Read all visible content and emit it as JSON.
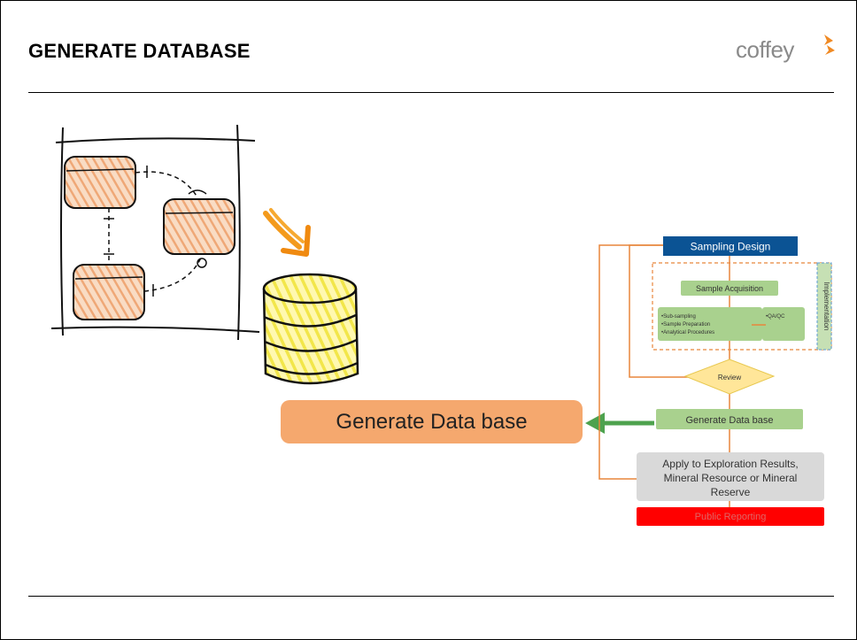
{
  "slide": {
    "title": "GENERATE DATABASE",
    "logo_text": "coffey",
    "callout_label": "Generate Data base"
  },
  "flowchart": {
    "sampling_design": "Sampling Design",
    "sample_acquisition": "Sample Acquisition",
    "bullets": [
      "•Sub-sampling",
      "•Sample Preparation",
      "•Analytical Procedures"
    ],
    "qaqc": "•QA/QC",
    "implementation": "Implementation",
    "review": "Review",
    "generate_db": "Generate Data base",
    "apply_lines": [
      "Apply to Exploration Results,",
      "Mineral Resource or Mineral",
      "Reserve"
    ],
    "public_reporting": "Public Reporting"
  },
  "colors": {
    "accent_orange": "#f5a86e",
    "flow_blue": "#0b5394",
    "flow_green": "#a9d18e",
    "review_yellow": "#ffe699",
    "report_red": "#ff0000",
    "arrow_green": "#4ea24e",
    "connector_orange": "#e8863c"
  }
}
